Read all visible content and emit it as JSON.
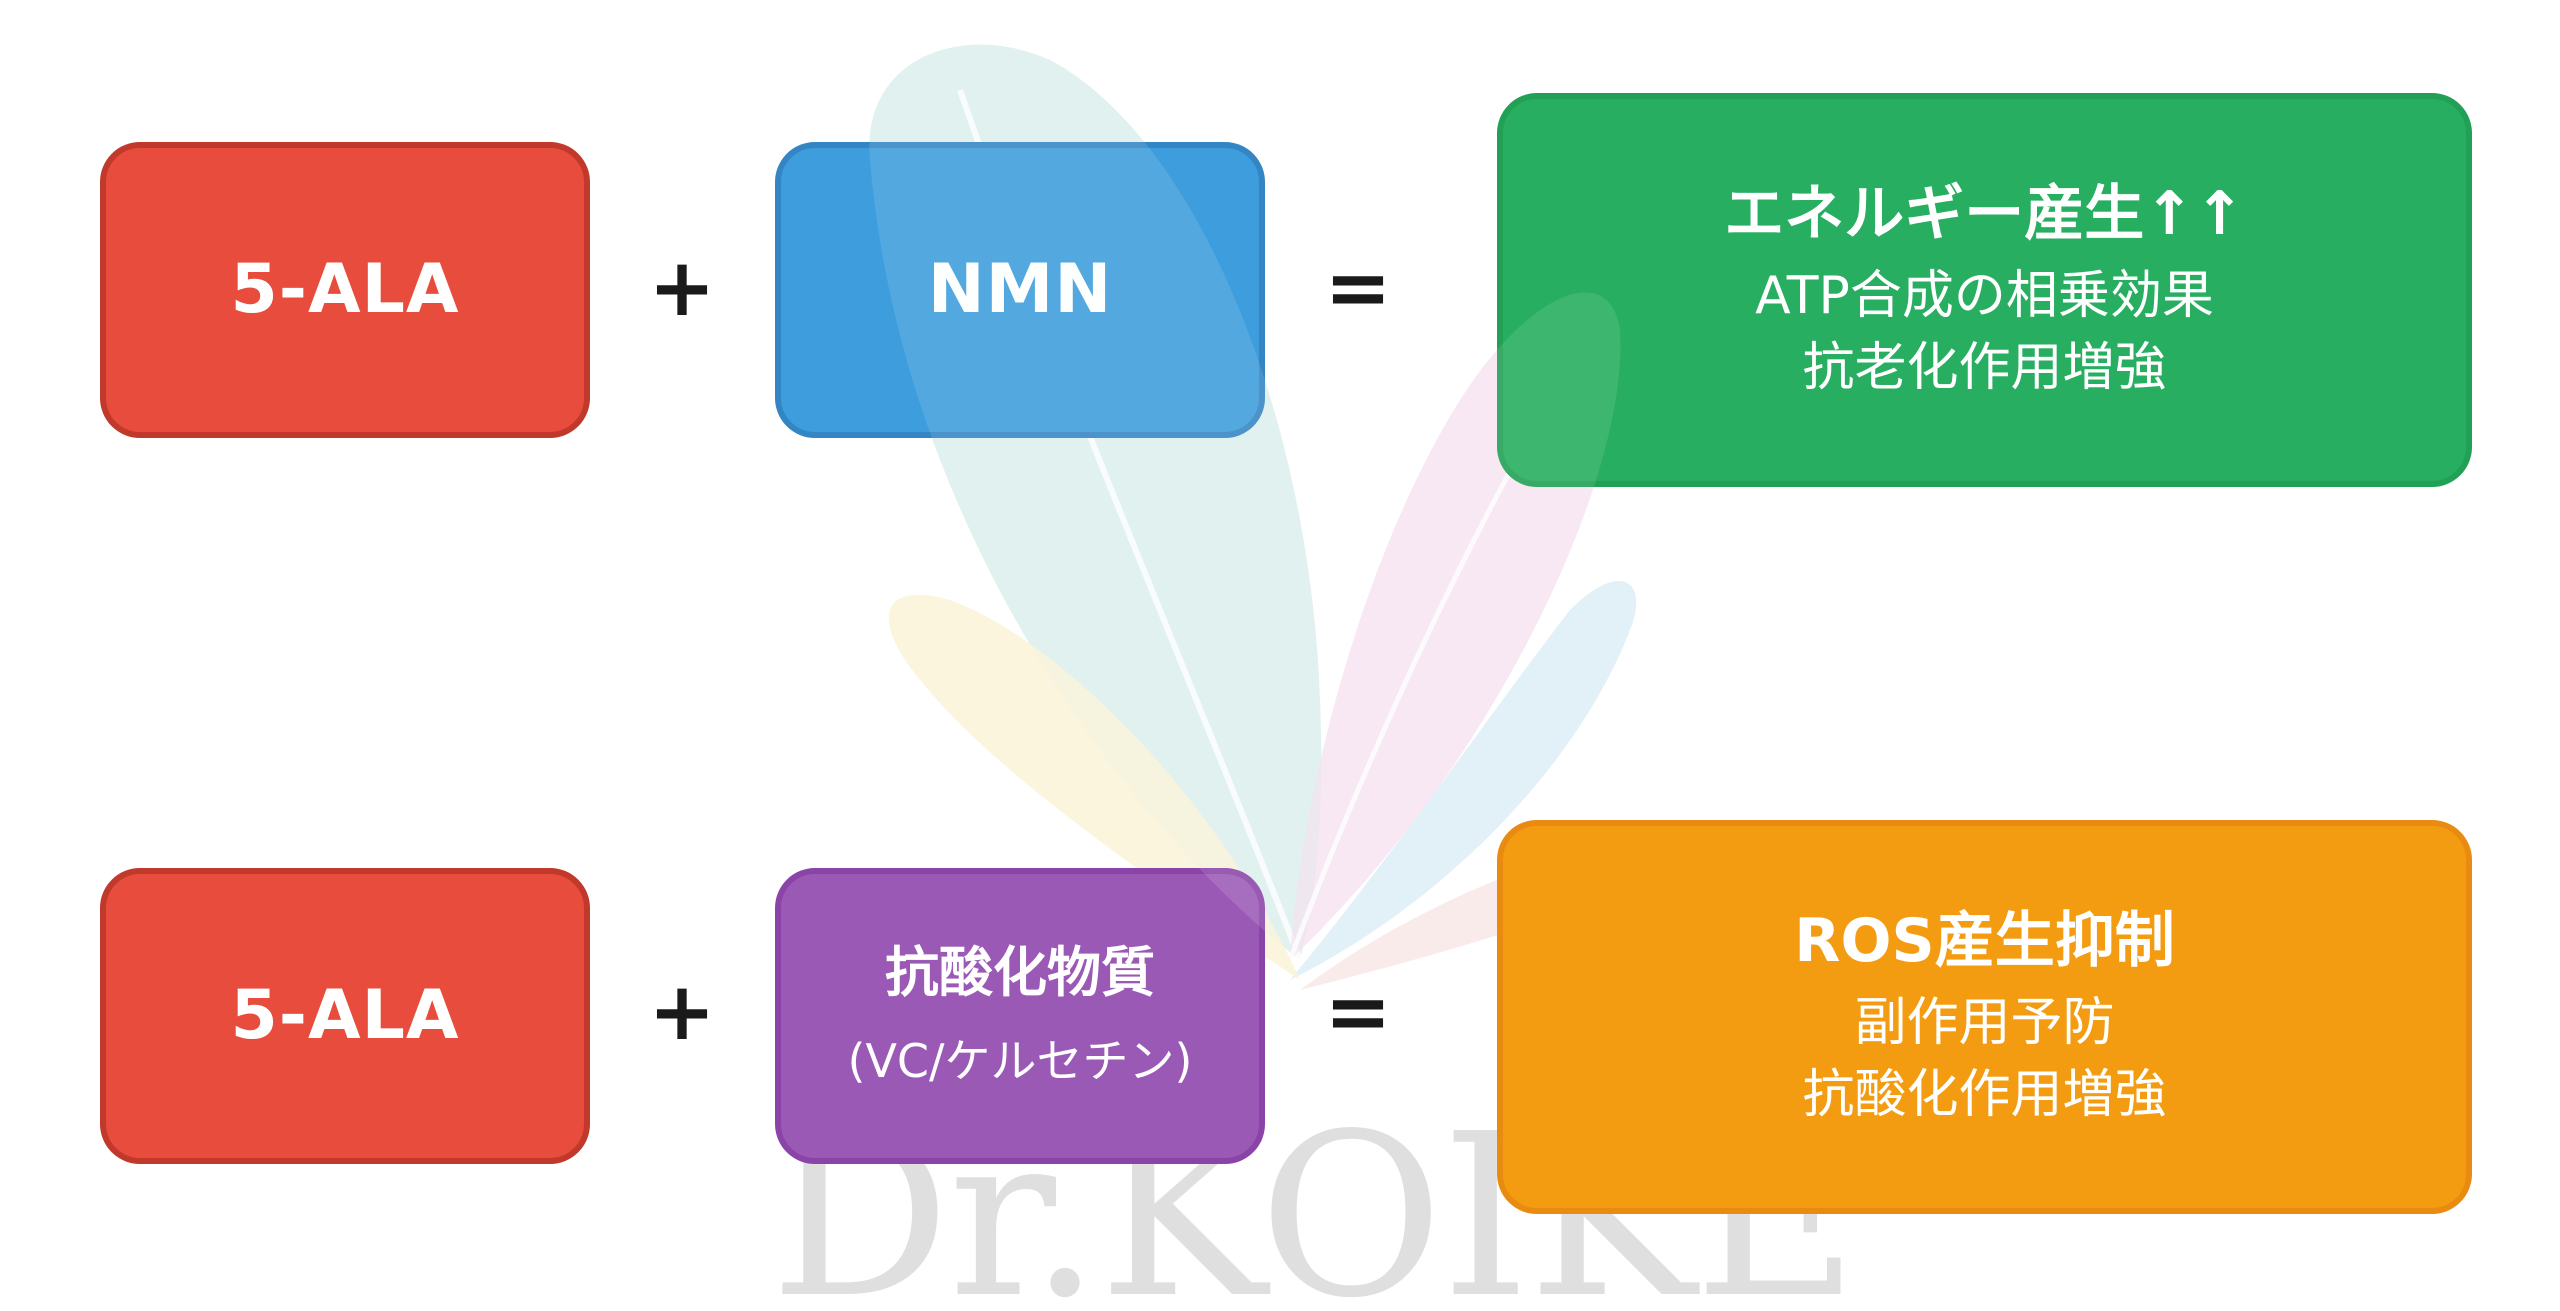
{
  "rows": [
    {
      "ingredient": "5-ALA",
      "operator_plus": "+",
      "partner": {
        "title": "NMN",
        "sub": ""
      },
      "operator_equal": "=",
      "result": {
        "title": "エネルギー産生↑↑",
        "lines": [
          "ATP合成の相乗効果",
          "抗老化作用増強"
        ]
      }
    },
    {
      "ingredient": "5-ALA",
      "operator_plus": "+",
      "partner": {
        "title": "抗酸化物質",
        "sub": "(VC/ケルセチン)"
      },
      "operator_equal": "=",
      "result": {
        "title": "ROS産生抑制",
        "lines": [
          "副作用予防",
          "抗酸化作用増強"
        ]
      }
    }
  ],
  "watermark": {
    "text": "Dr.KOIKE",
    "logo": "feather-logo-icon"
  },
  "colors": {
    "ingredient": "#e74c3c",
    "nmn": "#3498db",
    "antioxidant": "#9b59b6",
    "energy_result": "#27ae60",
    "ros_result": "#f39c12"
  }
}
